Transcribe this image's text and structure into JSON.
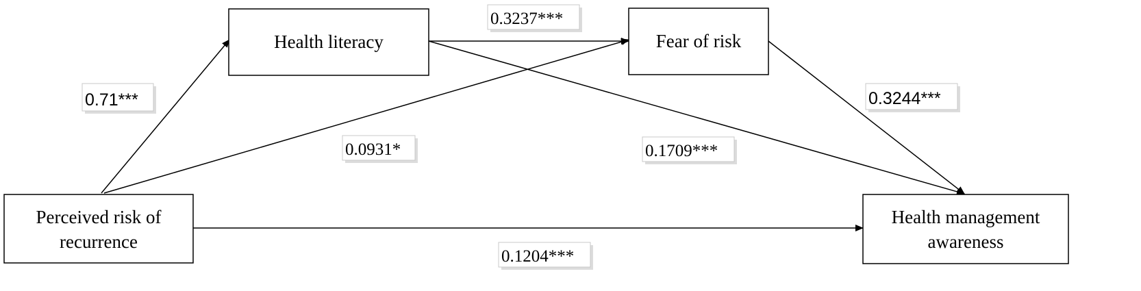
{
  "diagram": {
    "nodes": {
      "perceived_risk": {
        "line1": "Perceived risk of",
        "line2": "recurrence"
      },
      "health_literacy": {
        "label": "Health literacy"
      },
      "fear_of_risk": {
        "label": "Fear of risk"
      },
      "health_management": {
        "line1": "Health management",
        "line2": "awareness"
      }
    },
    "edges": {
      "risk_to_literacy": "0.71***",
      "literacy_to_fear": "0.3237***",
      "risk_to_fear": "0.0931*",
      "literacy_to_management": "0.1709***",
      "fear_to_management": "0.3244***",
      "risk_to_management": "0.1204***"
    }
  }
}
